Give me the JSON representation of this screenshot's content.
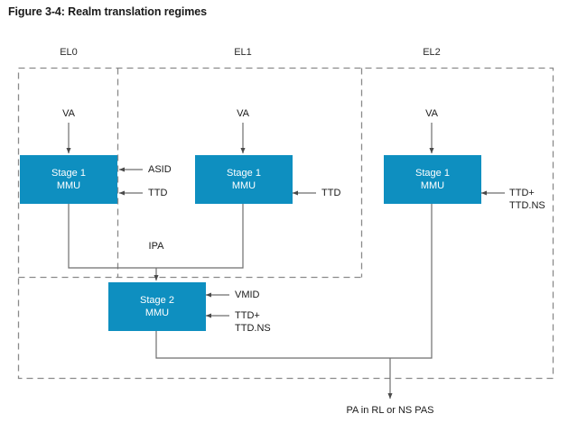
{
  "figure": {
    "title": "Figure 3-4: Realm translation regimes"
  },
  "colors": {
    "box_fill": "#0e8fc0",
    "box_text": "#ffffff",
    "line": "#6e6e6e",
    "dashed": "#8a8a8a",
    "title_text": "#1a1a1a"
  },
  "columns": [
    {
      "id": "el0",
      "label": "EL0"
    },
    {
      "id": "el1",
      "label": "EL1"
    },
    {
      "id": "el2",
      "label": "EL2"
    }
  ],
  "boxes": [
    {
      "id": "s1-el0",
      "line1": "Stage 1",
      "line2": "MMU"
    },
    {
      "id": "s1-el1",
      "line1": "Stage 1",
      "line2": "MMU"
    },
    {
      "id": "s1-el2",
      "line1": "Stage 1",
      "line2": "MMU"
    },
    {
      "id": "s2",
      "line1": "Stage 2",
      "line2": "MMU"
    }
  ],
  "signals": {
    "va_el0": "VA",
    "va_el1": "VA",
    "va_el2": "VA",
    "asid_el0": "ASID",
    "ttd_el0": "TTD",
    "ttd_el1": "TTD",
    "ttd_el2_line1": "TTD+",
    "ttd_el2_line2": "TTD.NS",
    "ipa": "IPA",
    "vmid": "VMID",
    "ttd_s2_line1": "TTD+",
    "ttd_s2_line2": "TTD.NS",
    "output": "PA in RL or NS PAS"
  }
}
